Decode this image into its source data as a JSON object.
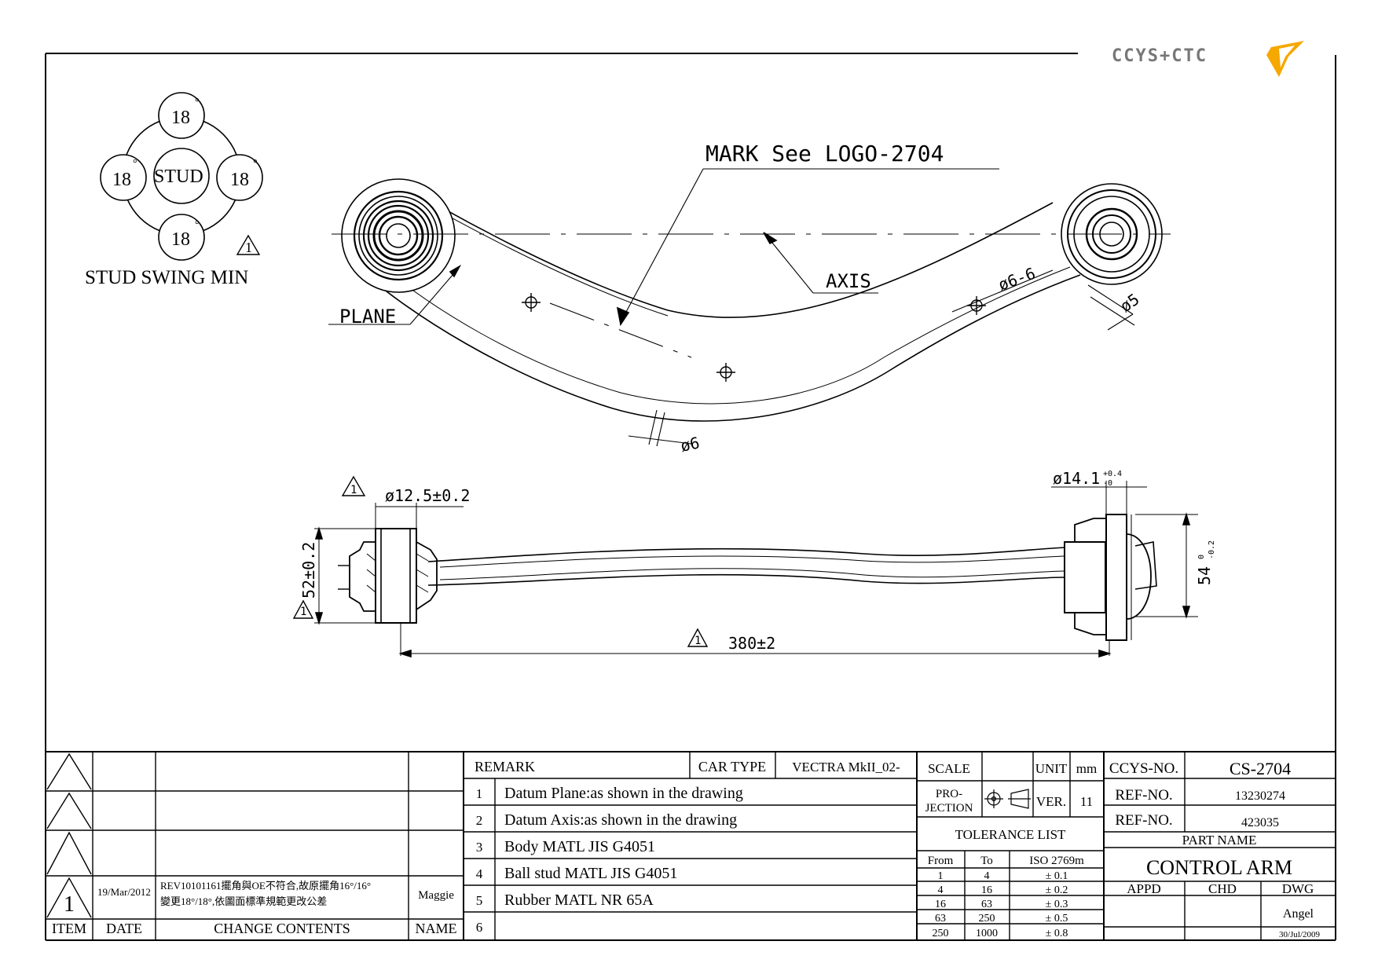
{
  "logo": {
    "text": "CCYS+CTC",
    "colors": {
      "accent": "#f5a800",
      "text": "#777777"
    }
  },
  "stud_swing": {
    "center_label": "STUD",
    "angles": [
      "18",
      "18",
      "18",
      "18"
    ],
    "degree_symbol": "°",
    "caption": "STUD SWING MIN",
    "rev_mark": "1"
  },
  "top_view": {
    "mark_callout": "MARK See LOGO-2704",
    "axis_label": "AXIS",
    "plane_label": "PLANE",
    "hole_dim": "ø6-6",
    "thickness_right": "ø5",
    "thickness_bottom": "ø6"
  },
  "side_view": {
    "rev_mark": "1",
    "left_bush_dia": "ø12.5±0.2",
    "right_bush_dia": "ø14.1",
    "right_bush_tol_upper": "+0.4",
    "right_bush_tol_lower": "-0",
    "left_height": "52±0.2",
    "right_height": "54",
    "right_height_tol_upper": "0",
    "right_height_tol_lower": "-0.2",
    "length": "380±2"
  },
  "revision_block": {
    "headers": {
      "item": "ITEM",
      "date": "DATE",
      "contents": "CHANGE CONTENTS",
      "name": "NAME"
    },
    "rows": [
      {
        "item": "",
        "date": "",
        "contents_line1": "",
        "contents_line2": "",
        "name": ""
      },
      {
        "item": "",
        "date": "",
        "contents_line1": "",
        "contents_line2": "",
        "name": ""
      },
      {
        "item": "",
        "date": "",
        "contents_line1": "",
        "contents_line2": "",
        "name": ""
      },
      {
        "item": "1",
        "date": "19/Mar/2012",
        "contents_line1": "REV10101161擺角與OE不符合,故原擺角16°/16°",
        "contents_line2": "變更18°/18°,依圖面標準規範更改公差",
        "name": "Maggie"
      }
    ]
  },
  "remark_block": {
    "header": "REMARK",
    "car_type_label": "CAR TYPE",
    "car_type_value": "VECTRA MkII_02-",
    "items": [
      {
        "no": "1",
        "text": "Datum Plane:as shown in the drawing"
      },
      {
        "no": "2",
        "text": "Datum Axis:as shown in the drawing"
      },
      {
        "no": "3",
        "text": "Body MATL JIS G4051"
      },
      {
        "no": "4",
        "text": "Ball stud MATL JIS G4051"
      },
      {
        "no": "5",
        "text": "Rubber MATL NR 65A"
      },
      {
        "no": "6",
        "text": ""
      }
    ]
  },
  "info_block": {
    "scale_label": "SCALE",
    "scale_value": "",
    "unit_label": "UNIT",
    "unit_value": "mm",
    "projection_label_1": "PRO-",
    "projection_label_2": "JECTION",
    "ver_label": "VER.",
    "ver_value": "11",
    "tolerance_title": "TOLERANCE LIST",
    "tolerance_headers": {
      "from": "From",
      "to": "To",
      "iso": "ISO 2769m"
    },
    "tolerance_rows": [
      {
        "from": "1",
        "to": "4",
        "tol": "± 0.1"
      },
      {
        "from": "4",
        "to": "16",
        "tol": "± 0.2"
      },
      {
        "from": "16",
        "to": "63",
        "tol": "± 0.3"
      },
      {
        "from": "63",
        "to": "250",
        "tol": "± 0.5"
      },
      {
        "from": "250",
        "to": "1000",
        "tol": "± 0.8"
      }
    ]
  },
  "title_block": {
    "ccys_no_label": "CCYS-NO.",
    "ccys_no_value": "CS-2704",
    "ref_no_label_1": "REF-NO.",
    "ref_no_value_1": "13230274",
    "ref_no_label_2": "REF-NO.",
    "ref_no_value_2": "423035",
    "part_name_label": "PART NAME",
    "part_name_value": "CONTROL ARM",
    "appd_label": "APPD",
    "chd_label": "CHD",
    "dwg_label": "DWG",
    "drawn_by": "Angel",
    "drawn_date": "30/Jul/2009"
  }
}
